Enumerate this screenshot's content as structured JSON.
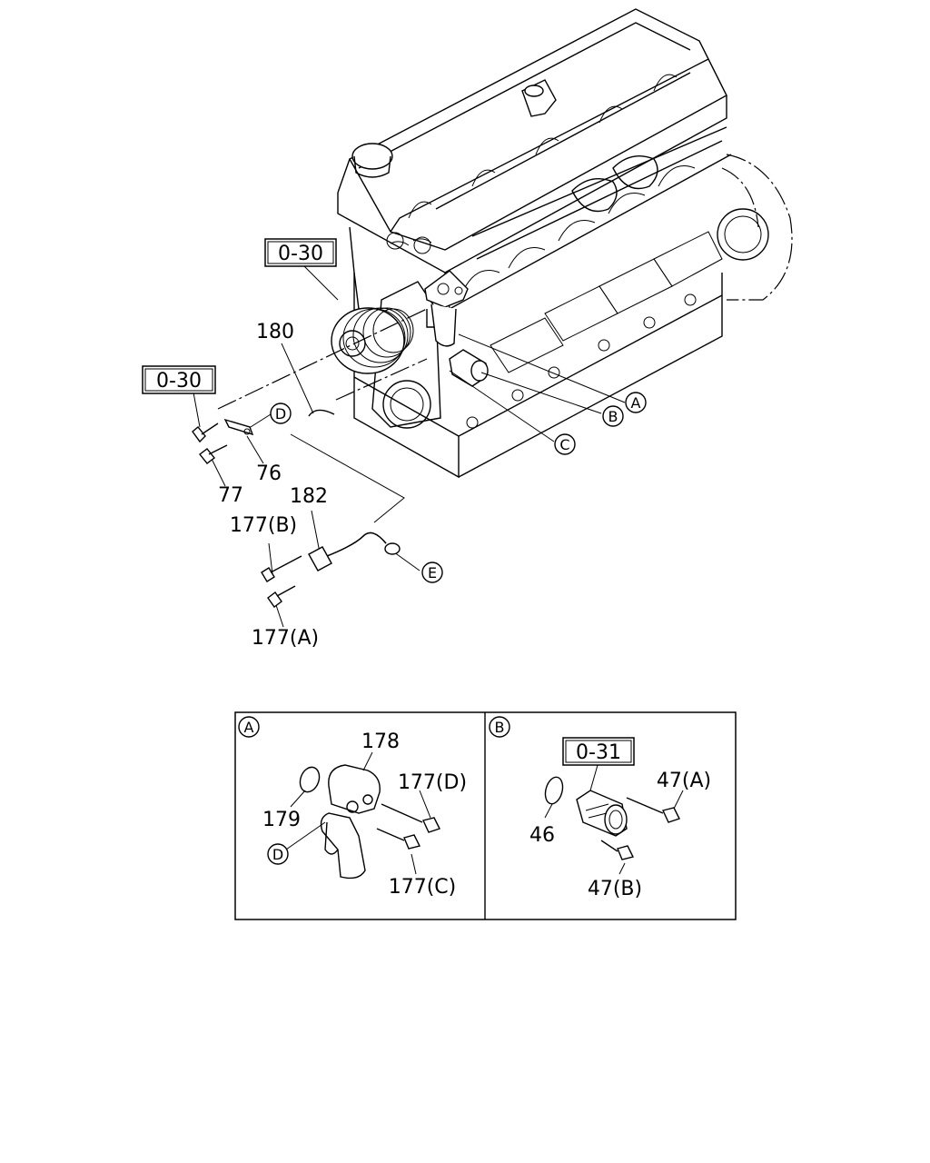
{
  "main_view": {
    "ref_0_30_top": "0-30",
    "ref_0_30_left": "0-30",
    "labels": {
      "p180": "180",
      "p76": "76",
      "p77": "77",
      "p182": "182",
      "p177b": "177(B)",
      "p177a": "177(A)"
    },
    "callouts": {
      "a": "A",
      "b": "B",
      "c": "C",
      "d": "D",
      "e": "E"
    }
  },
  "detail_a": {
    "tag": "A",
    "labels": {
      "p178": "178",
      "p179": "179",
      "p177d": "177(D)",
      "p177c": "177(C)"
    },
    "callout_d": "D"
  },
  "detail_b": {
    "tag": "B",
    "ref_0_31": "0-31",
    "labels": {
      "p46": "46",
      "p47a": "47(A)",
      "p47b": "47(B)"
    }
  }
}
